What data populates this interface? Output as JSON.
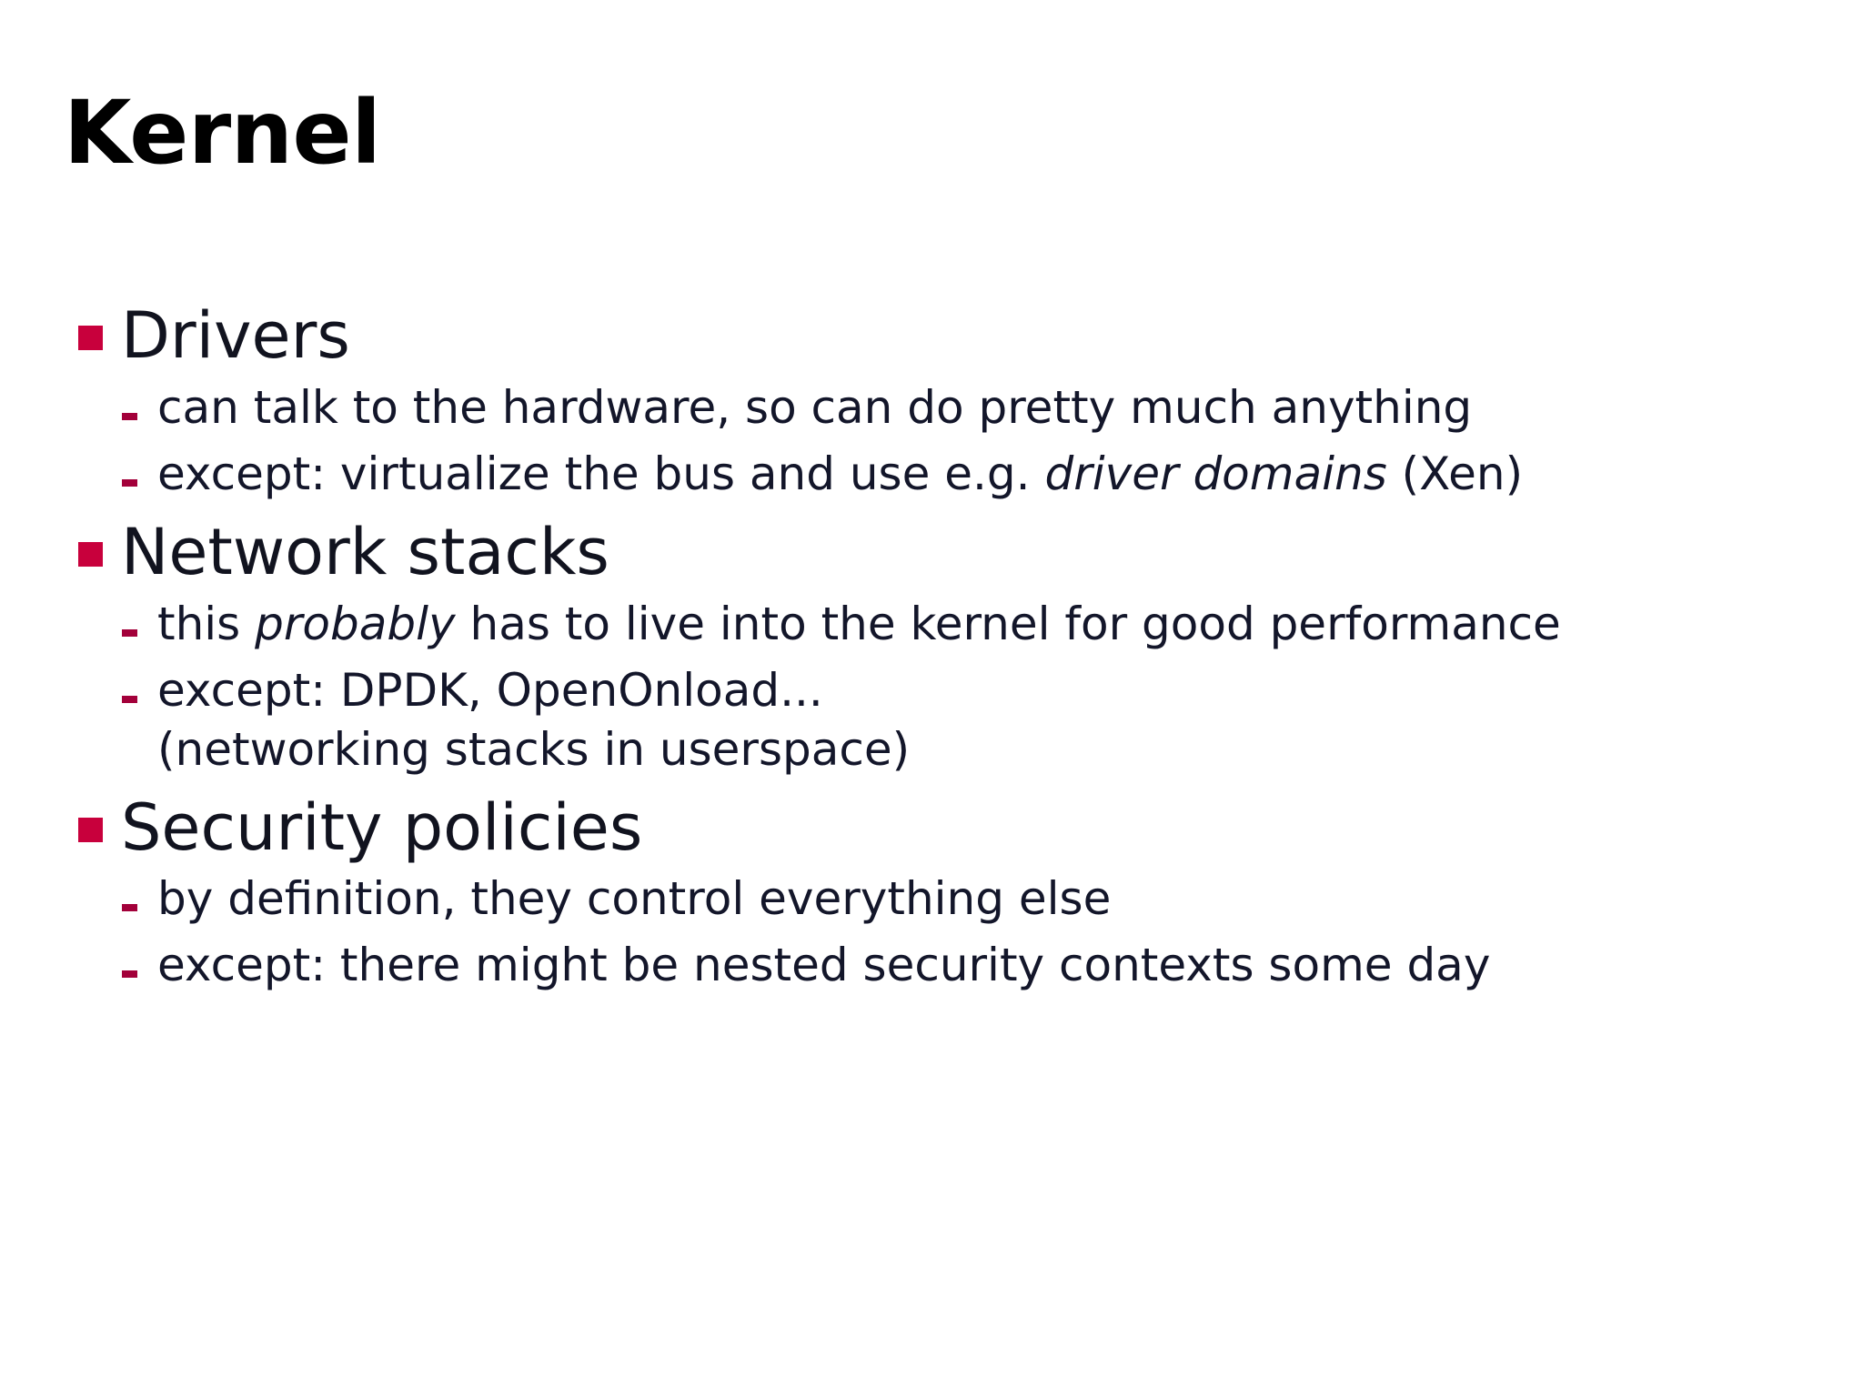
{
  "slide": {
    "title": "Kernel",
    "theme": {
      "background": "#ffffff",
      "title_color": "#000000",
      "body_color": "#13162a",
      "bullet_square_color": "#c8003c",
      "bullet_dash_color": "#a3003a"
    },
    "bullets": [
      {
        "label": "Drivers",
        "marker": "square-bullet",
        "sub": [
          {
            "marker": "dash-bullet",
            "segments": [
              {
                "text": "can talk to the hardware, so can do pretty much anything",
                "style": "normal"
              }
            ],
            "plain": "can talk to the hardware, so can do pretty much anything"
          },
          {
            "marker": "dash-bullet",
            "segments": [
              {
                "text": "except: virtualize the bus and use e.g. ",
                "style": "normal"
              },
              {
                "text": "driver domains",
                "style": "italic"
              },
              {
                "text": " (Xen)",
                "style": "normal"
              }
            ],
            "plain": "except: virtualize the bus and use e.g. driver domains (Xen)"
          }
        ]
      },
      {
        "label": "Network stacks",
        "marker": "square-bullet",
        "sub": [
          {
            "marker": "dash-bullet",
            "segments": [
              {
                "text": "this ",
                "style": "normal"
              },
              {
                "text": "probably",
                "style": "italic"
              },
              {
                "text": " has to live into the kernel for good performance",
                "style": "normal"
              }
            ],
            "plain": "this probably has to live into the kernel for good performance"
          },
          {
            "marker": "dash-bullet",
            "segments": [
              {
                "text": "except: DPDK, OpenOnload...\n(networking stacks in userspace)",
                "style": "normal"
              }
            ],
            "plain": "except: DPDK, OpenOnload...\n(networking stacks in userspace)"
          }
        ]
      },
      {
        "label": "Security policies",
        "marker": "square-bullet",
        "sub": [
          {
            "marker": "dash-bullet",
            "segments": [
              {
                "text": "by definition, they control everything else",
                "style": "normal"
              }
            ],
            "plain": "by definition, they control everything else"
          },
          {
            "marker": "dash-bullet",
            "segments": [
              {
                "text": "except: there might be nested security contexts some day",
                "style": "normal"
              }
            ],
            "plain": "except: there might be nested security contexts some day"
          }
        ]
      }
    ]
  }
}
